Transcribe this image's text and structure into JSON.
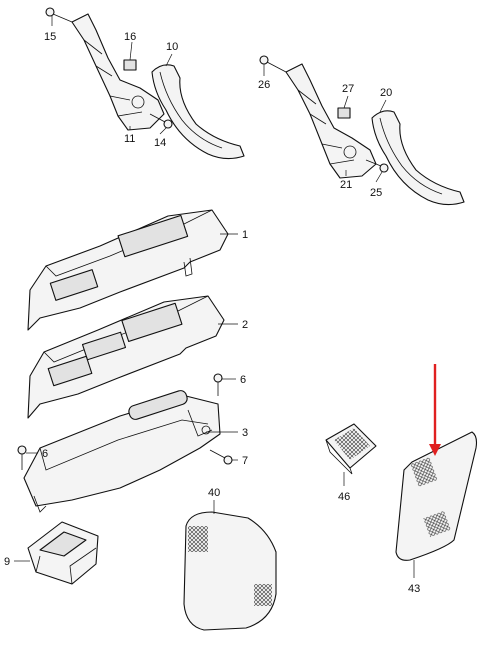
{
  "labels": {
    "p1": "1",
    "p2": "2",
    "p3": "3",
    "p6a": "6",
    "p6b": "6",
    "p7": "7",
    "p9": "9",
    "p10": "10",
    "p11": "11",
    "p14": "14",
    "p15": "15",
    "p16": "16",
    "p20": "20",
    "p21": "21",
    "p25": "25",
    "p26": "26",
    "p27": "27",
    "p40": "40",
    "p43": "43",
    "p46": "46"
  },
  "colors": {
    "line": "#111111",
    "part_fill": "#f4f4f4",
    "arrow": "#e02020"
  }
}
